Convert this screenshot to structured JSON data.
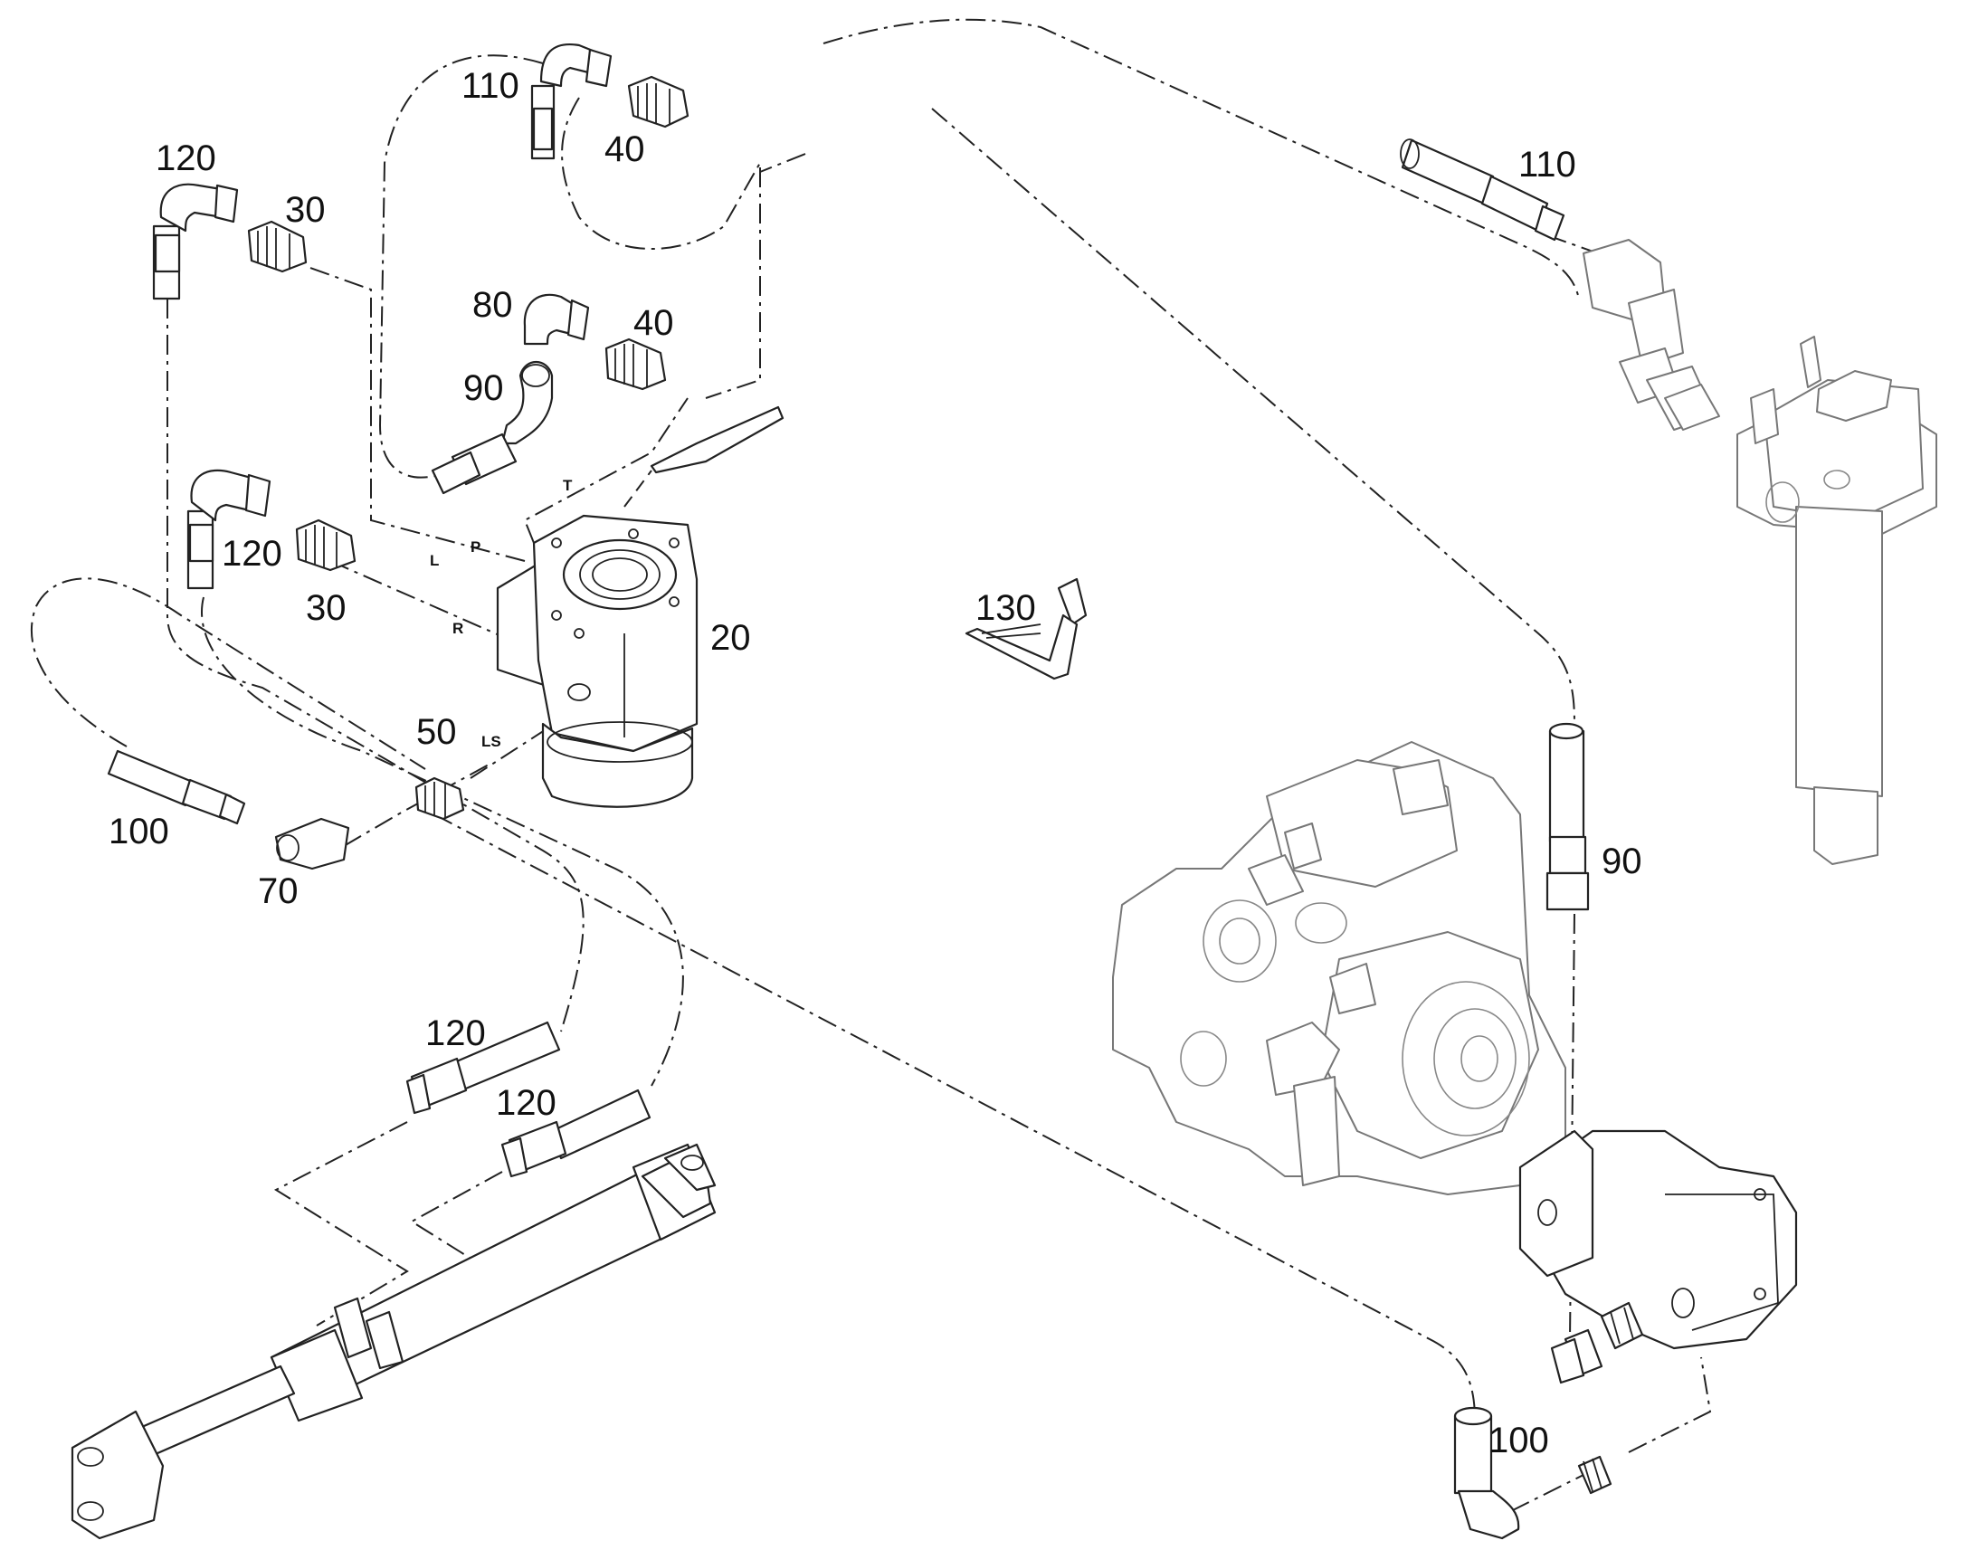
{
  "callouts": {
    "c110_top": "110",
    "c40_top": "40",
    "c120_upper": "120",
    "c30_upper": "30",
    "c80": "80",
    "c40_mid": "40",
    "c90_left": "90",
    "c120_mid": "120",
    "c30_mid": "30",
    "c20": "20",
    "c50": "50",
    "c100_left": "100",
    "c70": "70",
    "c120_low_a": "120",
    "c120_low_b": "120",
    "c110_right": "110",
    "c130": "130",
    "c90_right": "90",
    "c100_bottom": "100"
  },
  "ports": {
    "t": "T",
    "p": "P",
    "l": "L",
    "r": "R",
    "ls": "LS"
  }
}
